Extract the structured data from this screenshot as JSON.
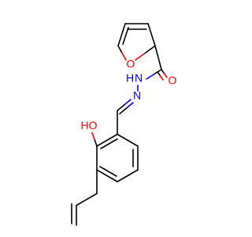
{
  "colors": {
    "bond": "#000000",
    "oxygen": "#ff0000",
    "nitrogen": "#0000ff",
    "background": "#ffffff"
  },
  "labels": {
    "furan_oxygen": "O",
    "carbonyl_oxygen": "O",
    "hydrazide_nh": "N",
    "hydrazide_h": "H",
    "imine_n": "N",
    "hydroxyl": "HO"
  }
}
